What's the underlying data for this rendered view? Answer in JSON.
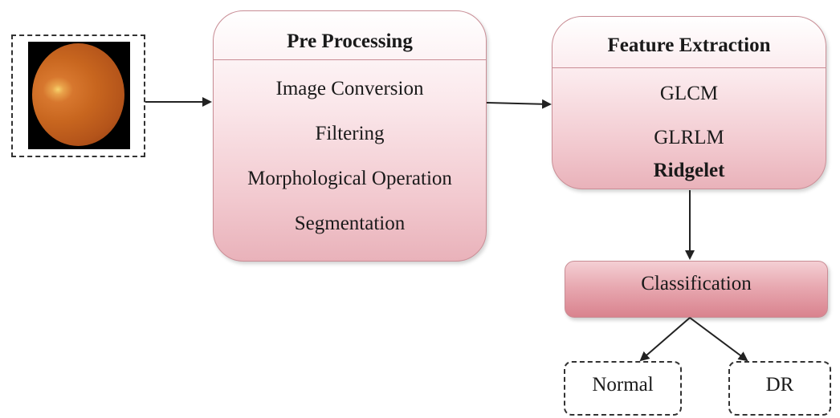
{
  "pre_processing": {
    "title": "Pre Processing",
    "items": [
      "Image Conversion",
      "Filtering",
      "Morphological Operation",
      "Segmentation"
    ]
  },
  "feature_extraction": {
    "title": "Feature Extraction",
    "items": [
      "GLCM",
      "GLRLM",
      "Ridgelet"
    ]
  },
  "classification": {
    "label": "Classification"
  },
  "outputs": {
    "normal": "Normal",
    "dr": "DR"
  },
  "colors": {
    "box_fill_light": "#fbe9ec",
    "box_fill_dark": "#e9b2ba",
    "classification_fill": "#d9838e",
    "border": "#c98d95",
    "arrow": "#222222"
  }
}
